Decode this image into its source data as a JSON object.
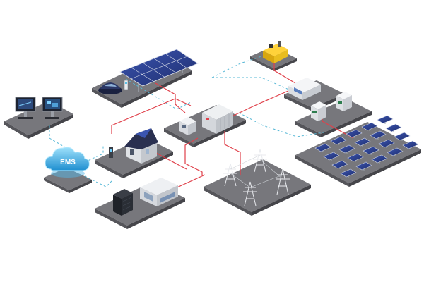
{
  "ems_label": "EMS",
  "colors": {
    "background": "#ffffff",
    "platform_top": "#77777c",
    "platform_left": "#5a5a5f",
    "platform_right": "#4a4a4f",
    "power_line": "#e0404a",
    "data_line": "#57b8d6",
    "solar_panel": "#2b3f8f",
    "cloud": "#4fb6e6"
  },
  "nodes": [
    "ems-cloud",
    "monitoring-workstations",
    "solar-carport-ev",
    "residential-house-ev-charger",
    "battery-storage-station",
    "power-conversion-cabinet",
    "transmission-grid",
    "diesel-generator",
    "grid-inverters",
    "solar-farm"
  ]
}
